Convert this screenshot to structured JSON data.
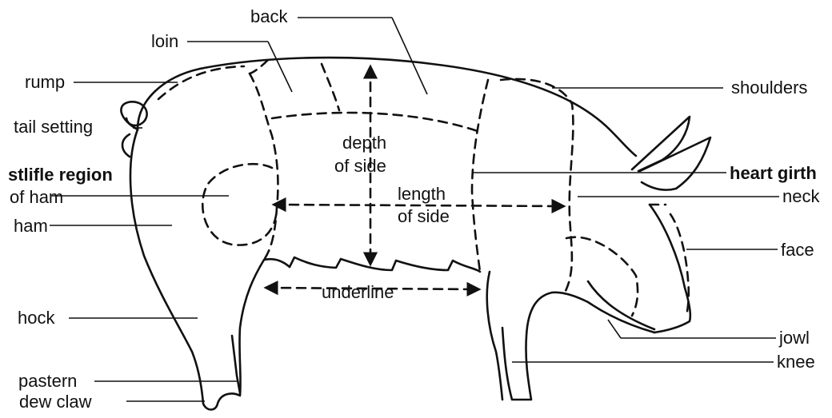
{
  "labels": {
    "back": "back",
    "loin": "loin",
    "rump": "rump",
    "shoulders": "shoulders",
    "tail_setting": "tail setting",
    "stifle_region_line1": "stlifle region",
    "stifle_region_line2": "of ham",
    "ham": "ham",
    "depth_of_side_line1": "depth",
    "depth_of_side_line2": "of side",
    "length_of_side_line1": "length",
    "length_of_side_line2": "of side",
    "heart_girth": "heart girth",
    "neck": "neck",
    "face": "face",
    "hock": "hock",
    "underline": "underline",
    "jowl": "jowl",
    "knee": "knee",
    "pastern": "pastern",
    "dew_claw": "dew claw"
  },
  "colors": {
    "ink": "#111111",
    "background": "#ffffff"
  }
}
